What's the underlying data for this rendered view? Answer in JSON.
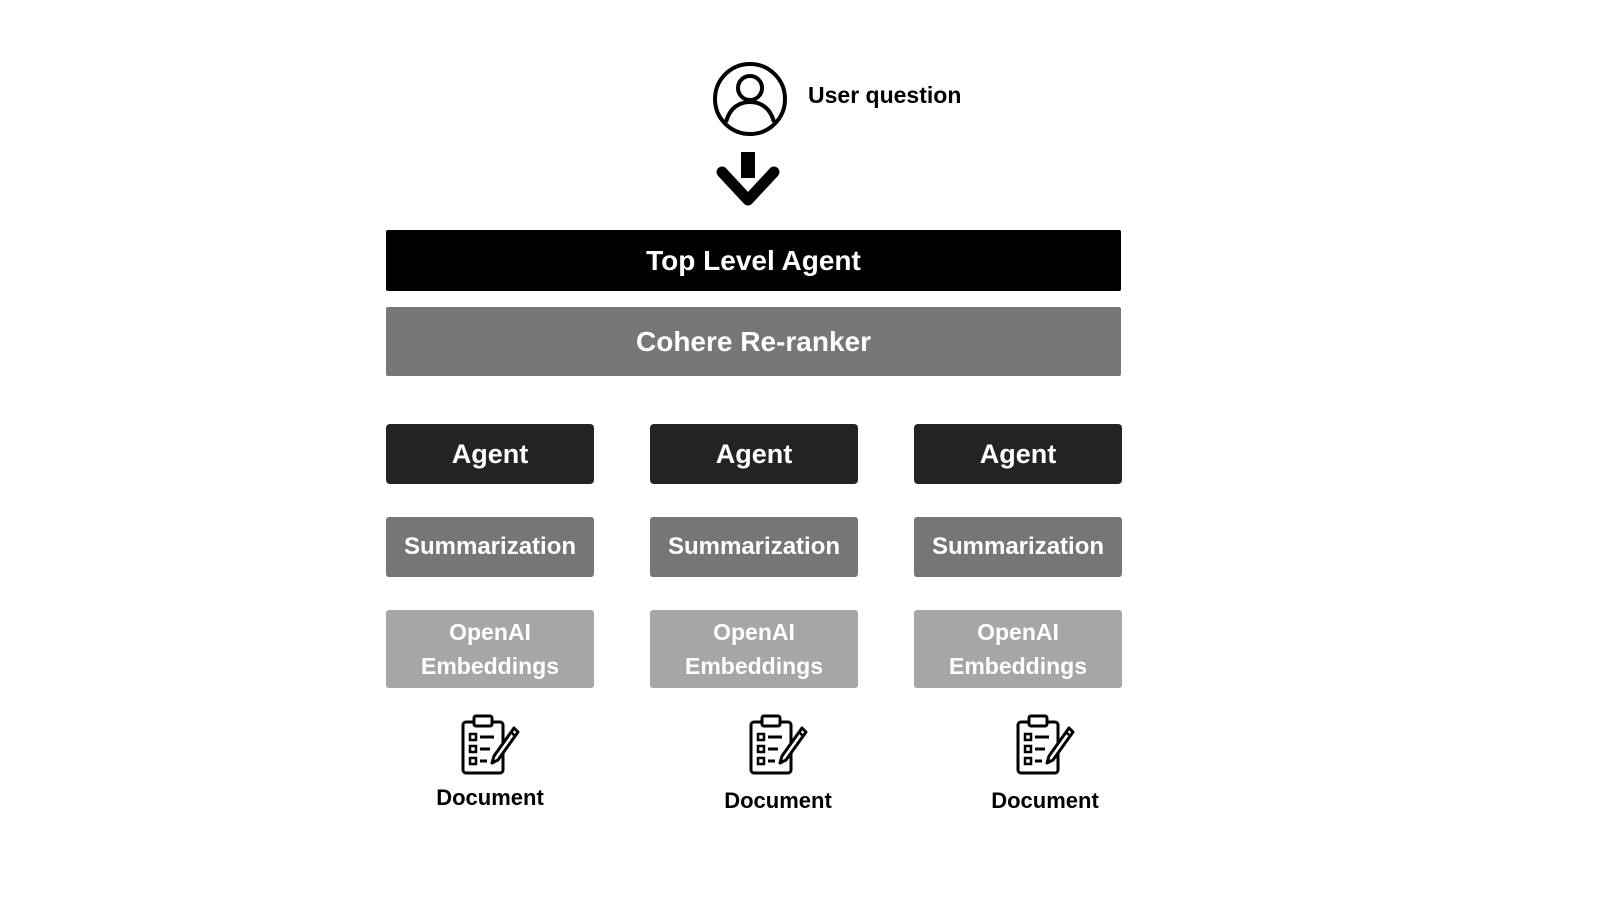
{
  "user": {
    "question_label": "User question",
    "icon": "user-icon"
  },
  "arrow": {
    "icon": "arrow-down-icon"
  },
  "top_agent": {
    "label": "Top Level Agent"
  },
  "reranker": {
    "label": "Cohere Re-ranker"
  },
  "columns": [
    {
      "agent_label": "Agent",
      "summarization_label": "Summarization",
      "embeddings_line1": "OpenAI",
      "embeddings_line2": "Embeddings",
      "document_label": "Document",
      "document_icon": "clipboard-checklist-icon"
    },
    {
      "agent_label": "Agent",
      "summarization_label": "Summarization",
      "embeddings_line1": "OpenAI",
      "embeddings_line2": "Embeddings",
      "document_label": "Document",
      "document_icon": "clipboard-checklist-icon"
    },
    {
      "agent_label": "Agent",
      "summarization_label": "Summarization",
      "embeddings_line1": "OpenAI",
      "embeddings_line2": "Embeddings",
      "document_label": "Document",
      "document_icon": "clipboard-checklist-icon"
    }
  ],
  "colors": {
    "top_agent": "#000000",
    "reranker": "#777777",
    "agent": "#232323",
    "summarization": "#767676",
    "embeddings": "#a6a6a6"
  }
}
